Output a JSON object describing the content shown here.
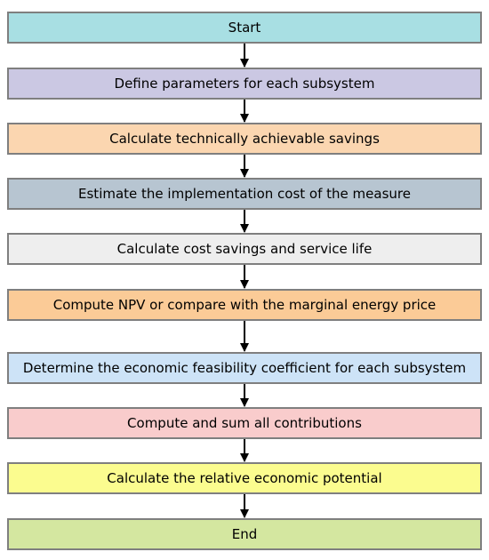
{
  "flowchart": {
    "steps": [
      {
        "label": "Start",
        "color": "#a8dfe3"
      },
      {
        "label": "Define parameters for each subsystem",
        "color": "#cbc8e3"
      },
      {
        "label": "Calculate technically achievable savings",
        "color": "#fbd6b0"
      },
      {
        "label": "Estimate the implementation cost of the measure",
        "color": "#b7c5d1"
      },
      {
        "label": "Calculate cost savings and service life",
        "color": "#eeeeee"
      },
      {
        "label": "Compute NPV or compare with the marginal energy price",
        "color": "#fbcb97"
      },
      {
        "label": "Determine the economic feasibility coefficient for each subsystem",
        "color": "#cde3f7"
      },
      {
        "label": "Compute and sum all contributions",
        "color": "#f9cccc"
      },
      {
        "label": "Calculate the relative economic potential",
        "color": "#fbfc8f"
      },
      {
        "label": "End",
        "color": "#d4e7a0"
      }
    ],
    "arrow_color": "#000000"
  }
}
